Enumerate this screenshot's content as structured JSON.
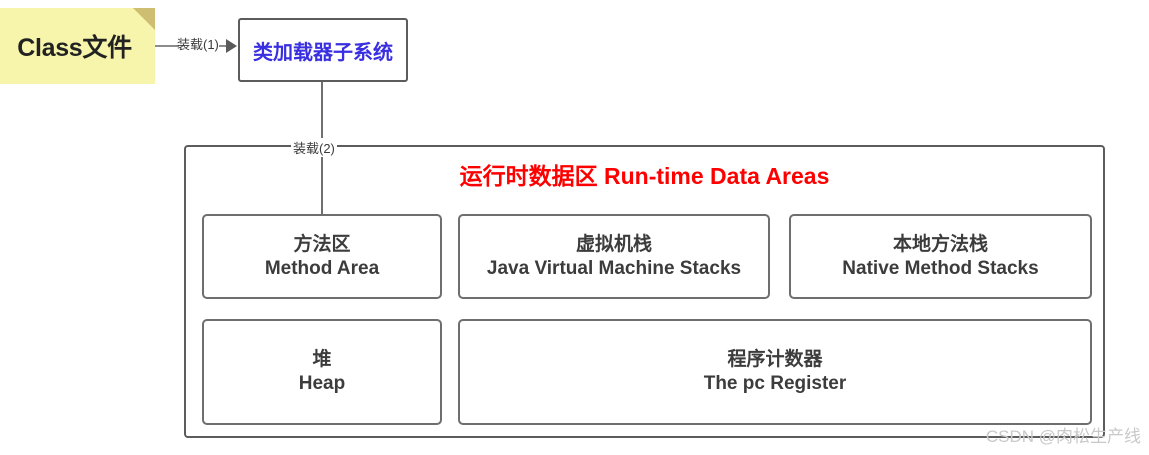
{
  "source": {
    "class_file": {
      "label": "Class文件",
      "bg_color": "#f7f5ab",
      "fold_color": "#cdbe72"
    }
  },
  "edges": {
    "load_1": {
      "label": "装载(1)",
      "from": "Class文件",
      "to": "类加载器子系统"
    },
    "load_2": {
      "label": "装载(2)",
      "from": "类加载器子系统",
      "to": "方法区"
    }
  },
  "class_loader": {
    "label": "类加载器子系统",
    "text_color": "#3a2fe0"
  },
  "runtime_area": {
    "title": "运行时数据区 Run-time Data Areas",
    "title_color": "#ff0000",
    "boxes": [
      {
        "cn": "方法区",
        "en": "Method Area"
      },
      {
        "cn": "虚拟机栈",
        "en": "Java Virtual Machine Stacks"
      },
      {
        "cn": "本地方法栈",
        "en": "Native Method Stacks"
      },
      {
        "cn": "堆",
        "en": "Heap"
      },
      {
        "cn": "程序计数器",
        "en": "The pc Register"
      }
    ]
  },
  "watermark": {
    "text": "CSDN @肉松生产线"
  }
}
